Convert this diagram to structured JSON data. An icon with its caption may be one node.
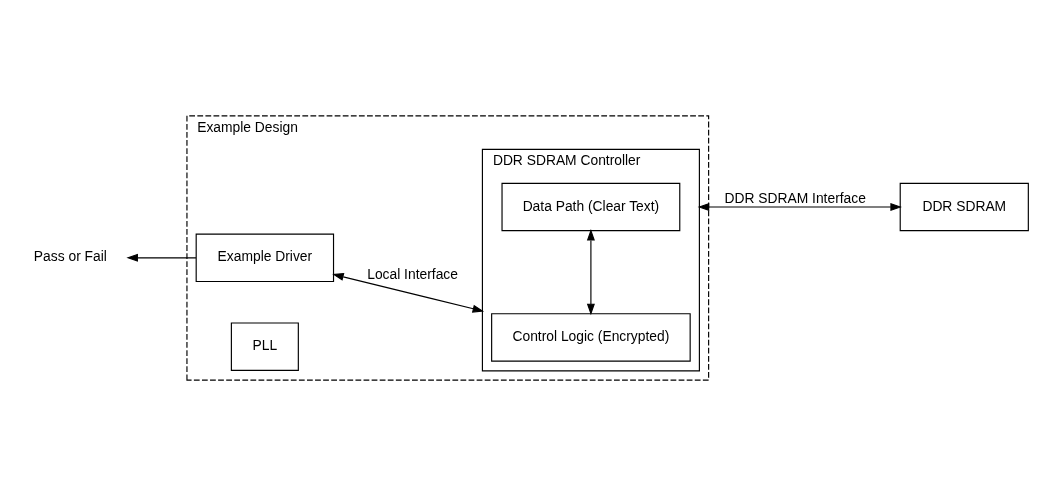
{
  "diagram": {
    "nodes": [
      {
        "text": [
          "Example Design"
        ]
      },
      {
        "text": [
          "Example Driver"
        ],
        "in": 0
      },
      {
        "text": [
          "PLL"
        ],
        "in": 0
      },
      {
        "text": [
          "DDR SDRAM Controller"
        ],
        "in": 0
      },
      {
        "text": [
          "Control Logic (Encrypted)"
        ],
        "in": 3
      },
      {
        "text": [
          "Data Path (Clear Text)"
        ],
        "in": 3
      },
      {
        "text": [
          "Pass or Fail"
        ]
      },
      {
        "text": [
          "DDR SDRAM"
        ]
      }
    ],
    "edges": [
      {
        "from": 1,
        "to": 6,
        "arrow": "to"
      },
      {
        "from": 1,
        "to": 3,
        "arrow": "both",
        "label": "Local Interface"
      },
      {
        "from": 4,
        "to": 5,
        "arrow": "both"
      },
      {
        "from": 3,
        "to": 7,
        "arrow": "both",
        "label": "DDR SDRAM Interface"
      }
    ]
  }
}
